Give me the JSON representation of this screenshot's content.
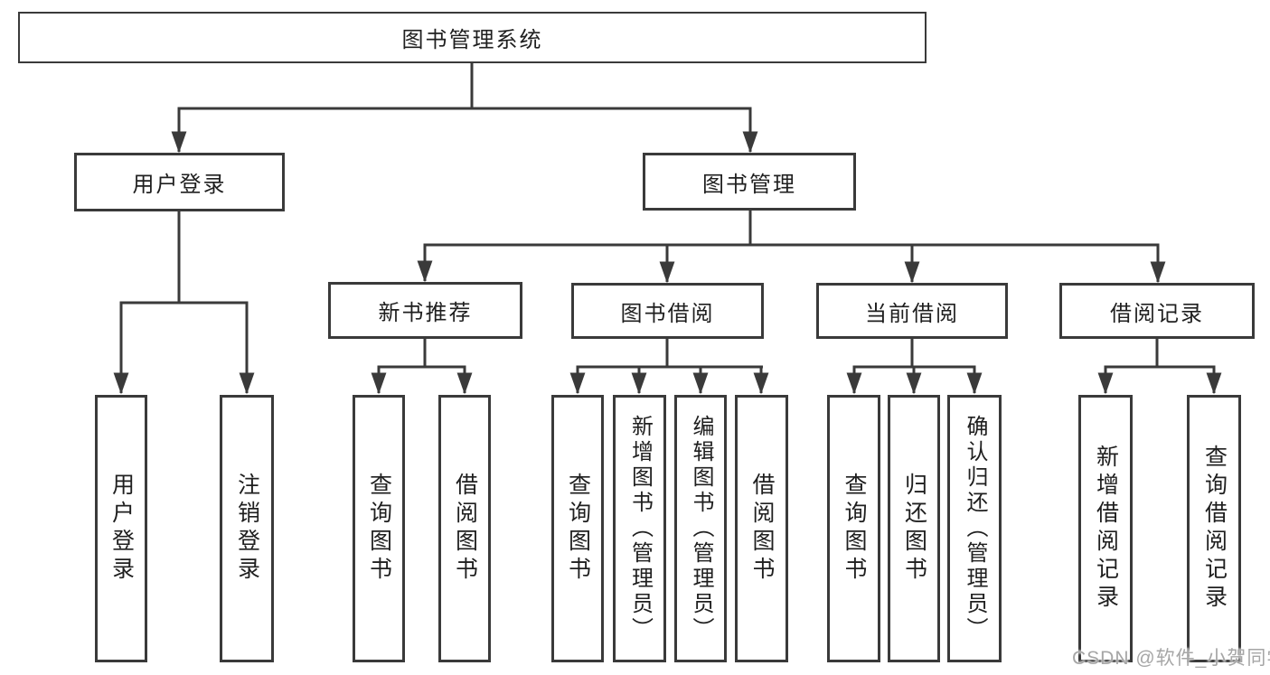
{
  "diagram": {
    "title": "图书管理系统",
    "nodes": {
      "root": "图书管理系统",
      "user_login": "用户登录",
      "book_mgmt": "图书管理",
      "new_book_rec": "新书推荐",
      "book_borrow": "图书借阅",
      "current_borrow": "当前借阅",
      "borrow_record": "借阅记录",
      "login": "用户登录",
      "logout": "注销登录",
      "rec_query_book": "查询图书",
      "rec_borrow_book": "借阅图书",
      "bb_query_book": "查询图书",
      "bb_add_book": "新增图书（管理员）",
      "bb_edit_book": "编辑图书（管理员）",
      "bb_borrow_book": "借阅图书",
      "cb_query_book": "查询图书",
      "cb_return_book": "归还图书",
      "cb_confirm_return": "确认归还（管理员）",
      "br_add_record": "新增借阅记录",
      "br_query_record": "查询借阅记录"
    }
  },
  "watermark": "CSDN @软件_小贺同学",
  "colors": {
    "line": "#3a3a3a",
    "text": "#1f1f1f",
    "box_background": "#ffffff",
    "watermark": "#a6a6a6"
  }
}
